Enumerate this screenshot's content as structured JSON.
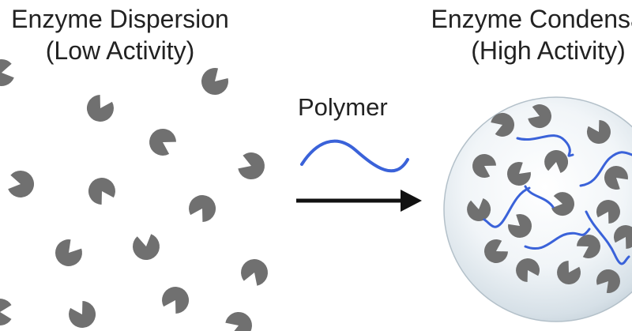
{
  "dispersion": {
    "title_line1": "Enzyme Dispersion",
    "title_line2": "(Low Activity)"
  },
  "condensate": {
    "title_line1": "Enzyme Condensate",
    "title_line2": "(High Activity)"
  },
  "transition": {
    "label": "Polymer"
  },
  "colors": {
    "enzyme": "#707070",
    "polymer": "#3a62d9",
    "arrow": "#111111",
    "text": "#222222",
    "droplet": "#dde6ed"
  }
}
